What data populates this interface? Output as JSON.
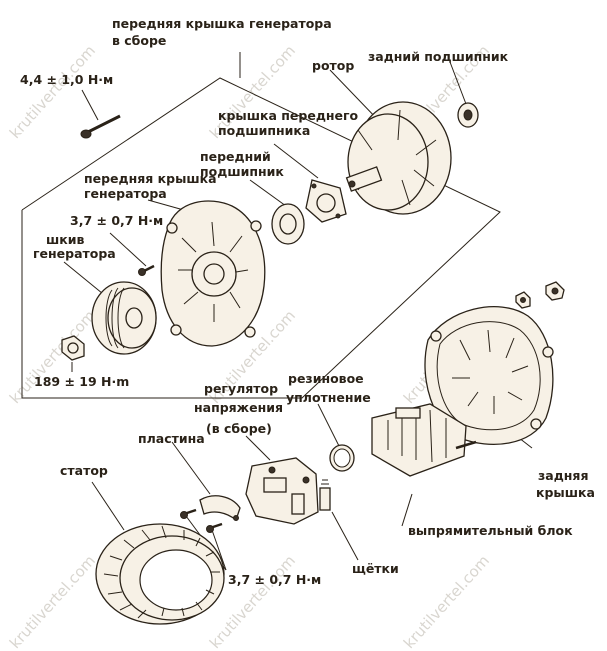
{
  "labels": {
    "front_cover_assembly_line1": "передняя крышка генератора",
    "front_cover_assembly_line2": "в сборе",
    "rear_bearing": "задний подшипник",
    "rotor": "ротор",
    "torque_bolt": "4,4 ± 1,0 Н·м",
    "front_bearing_cover_line1": "крышка переднего",
    "front_bearing_cover_line2": "подшипника",
    "front_bearing_line1": "передний",
    "front_bearing_line2": "подшипник",
    "front_cover_line1": "передняя крышка",
    "front_cover_line2": "генератора",
    "torque_screw": "3,7 ± 0,7 Н·м",
    "pulley_line1": "шкив",
    "pulley_line2": "генератора",
    "torque_nut": "189 ± 19 Н·m",
    "regulator_line1": "регулятор",
    "regulator_line2": "напряжения",
    "regulator_line3": "(в сборе)",
    "rubber_seal_line1": "резиновое",
    "rubber_seal_line2": "уплотнение",
    "plate": "пластина",
    "stator": "статор",
    "rear_cover_line1": "задняя",
    "rear_cover_line2": "крышка",
    "rectifier": "выпрямительный блок",
    "torque_screws_bottom": "3,7 ± 0,7 Н·м",
    "brushes": "щётки"
  },
  "watermark": "krutilvertel.com",
  "colors": {
    "ink": "#2a2218",
    "part_fill": "#f7f1e6",
    "watermark": "#d9d6d0"
  }
}
